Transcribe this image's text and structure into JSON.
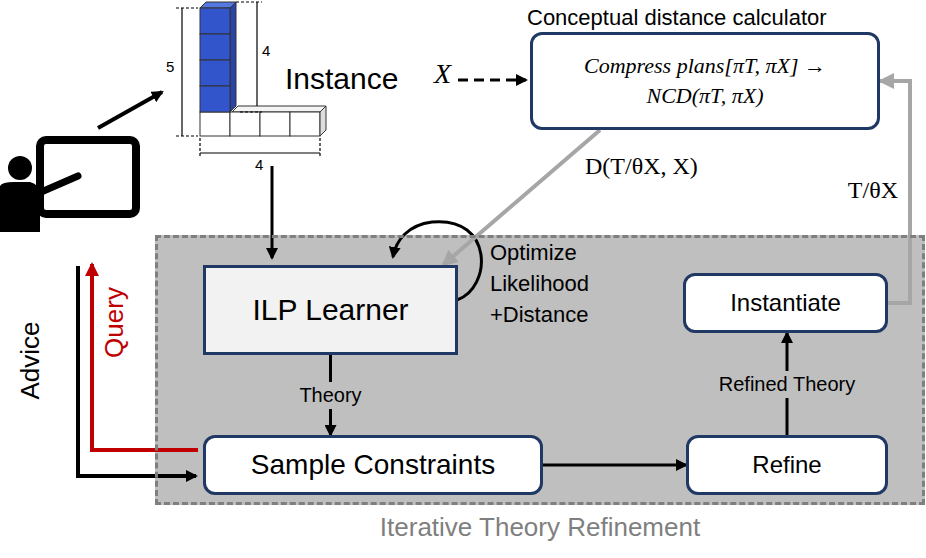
{
  "diagram": {
    "nodes": [
      {
        "text": [
          "Conceptual distance calculator",
          "Compress plans[πT, πX] → NCD(πT, πX)"
        ]
      },
      {
        "text": [
          "Iterative Theory Refinement"
        ]
      },
      {
        "text": [
          "ILP Learner"
        ],
        "in": 1
      },
      {
        "text": [
          "Instantiate"
        ],
        "in": 1
      },
      {
        "text": [
          "Sample Constraints"
        ],
        "in": 1
      },
      {
        "text": [
          "Refine"
        ],
        "in": 1
      }
    ],
    "edges": [
      {
        "from": 2,
        "to": 4,
        "label": "Theory",
        "arrow": "to"
      },
      {
        "from": 4,
        "to": 5,
        "arrow": "to"
      },
      {
        "from": 5,
        "to": 3,
        "label": "Refined Theory",
        "arrow": "to"
      },
      {
        "from": 3,
        "to": 0,
        "label": "T/θX",
        "arrow": "to"
      },
      {
        "from": 0,
        "to": 2,
        "label": "D(T/θX, X)",
        "arrow": "to"
      }
    ],
    "labels": [
      "5",
      "4",
      "4",
      "Instance",
      "X",
      "Optimize Likelihood +Distance",
      "Advice",
      "Query"
    ]
  }
}
